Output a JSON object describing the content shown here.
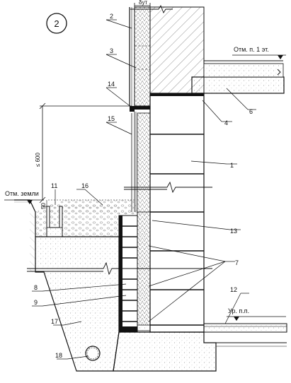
{
  "detail_number": "2",
  "dimension_delta": "δут",
  "labels": {
    "floor_mark": "Отм. п. 1 эт.",
    "ground_mark": "Отм. земли",
    "finish_floor": "Ур. п.п.",
    "height_limit": "≤ 600",
    "offset_50": "50"
  },
  "callouts": [
    "1",
    "2",
    "3",
    "4",
    "6",
    "7",
    "8",
    "9",
    "11",
    "12",
    "13",
    "14",
    "15",
    "16",
    "17",
    "18"
  ],
  "colors": {
    "line": "#111111",
    "hatch": "#555555",
    "soil_fill": "#f3f3f3"
  }
}
